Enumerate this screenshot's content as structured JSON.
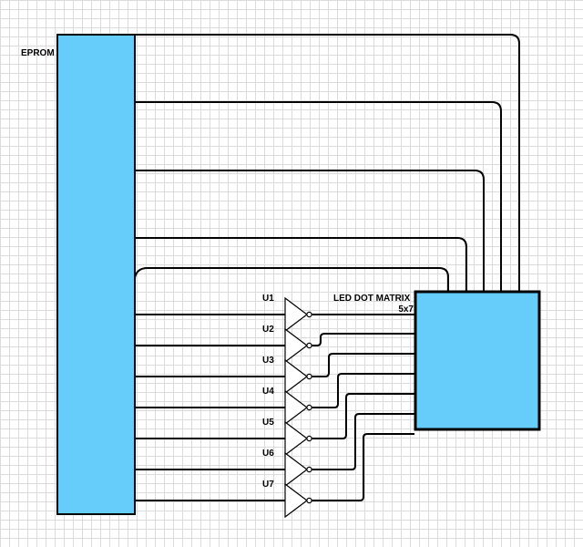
{
  "colors": {
    "block_fill": "#66ccfa",
    "block_stroke": "#000000",
    "wire": "#000000"
  },
  "components": {
    "eprom": {
      "label": "EPROM"
    },
    "led_matrix": {
      "label": "LED DOT MATRIX",
      "sublabel": "5x7"
    },
    "inverters": [
      "U1",
      "U2",
      "U3",
      "U4",
      "U5",
      "U6",
      "U7"
    ]
  },
  "connections": {
    "eprom_to_matrix_columns": 5,
    "eprom_to_inverters": 7,
    "inverters_to_matrix_rows": 7
  }
}
